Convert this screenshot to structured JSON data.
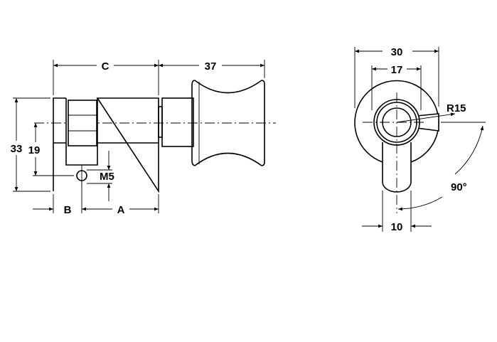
{
  "dimensions": {
    "c_label": "C",
    "knob_length": "37",
    "height_total": "33",
    "height_center": "19",
    "thread": "M5",
    "b_label": "B",
    "a_label": "A",
    "rose_diameter": "30",
    "ring_diameter": "17",
    "radius": "R15",
    "angle": "90°",
    "lever_width": "10"
  }
}
